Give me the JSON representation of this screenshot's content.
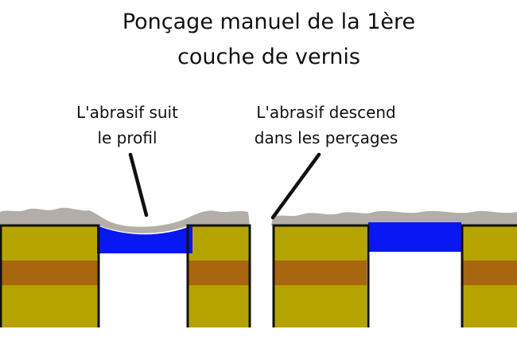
{
  "title": {
    "lines": [
      "Ponçage manuel de la 1ère",
      "couche de vernis"
    ]
  },
  "annotations": [
    {
      "id": "follows-profile",
      "lines": [
        "L'abrasif suit",
        "le profil"
      ]
    },
    {
      "id": "descends-holes",
      "lines": [
        "L'abrasif descend",
        "dans les perçages"
      ]
    }
  ],
  "legend_colors": {
    "board": "#b5a400",
    "inner_layer": "#a8660f",
    "resin_fill": "#0a17f5",
    "abrasive": "#b4aea8",
    "outline": "#111111",
    "background": "#ffffff"
  }
}
